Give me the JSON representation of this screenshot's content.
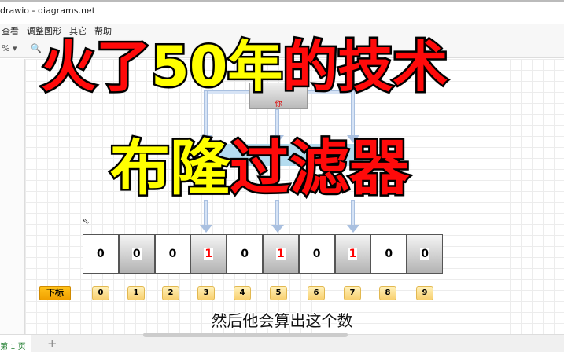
{
  "window": {
    "title": "drawio - diagrams.net"
  },
  "menu": [
    "查看",
    "调整图形",
    "其它",
    "帮助"
  ],
  "toolbar": {
    "zoom": "%",
    "zoom_icon": "magnifier-icon"
  },
  "diagram": {
    "top_box_label": "你",
    "bits": [
      "0",
      "0",
      "0",
      "1",
      "0",
      "1",
      "0",
      "1",
      "0",
      "0"
    ],
    "highlight_color": "#ff0000",
    "index_label": "下标",
    "indices": [
      "0",
      "1",
      "2",
      "3",
      "4",
      "5",
      "6",
      "7",
      "8",
      "9"
    ]
  },
  "overlay": {
    "line1": [
      {
        "text": "火了",
        "color": "red"
      },
      {
        "text": "50年",
        "color": "yellow"
      },
      {
        "text": "的技术",
        "color": "red"
      }
    ],
    "line2": [
      {
        "text": "布隆",
        "color": "yellow"
      },
      {
        "text": "过滤器",
        "color": "red"
      }
    ]
  },
  "subtitle": "然后他会算出这个数",
  "pages": {
    "current": "第 1 页",
    "add_icon": "plus-icon"
  }
}
